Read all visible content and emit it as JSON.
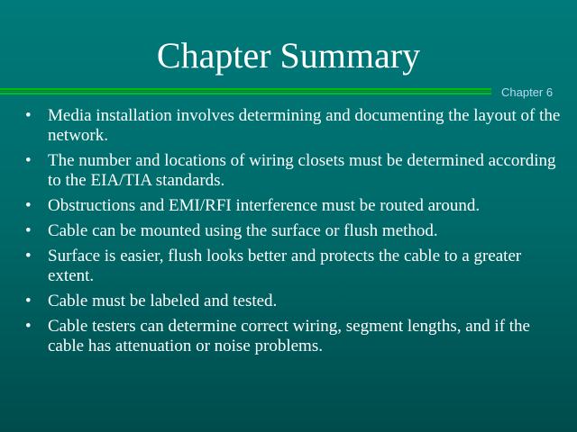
{
  "slide": {
    "title": "Chapter Summary",
    "chapter_label": "Chapter 6",
    "bullets": [
      "Media installation involves determining and documenting the layout of the network.",
      "The number and locations of wiring closets must be determined according to the EIA/TIA standards.",
      "Obstructions and EMI/RFI interference must be routed around.",
      "Cable can be mounted using the surface or flush method.",
      "Surface is easier, flush looks better and protects the cable to a greater extent.",
      "Cable must be labeled and tested.",
      "Cable testers can determine correct wiring, segment lengths, and if the cable has attenuation or noise problems."
    ],
    "bullet_char": "•"
  }
}
